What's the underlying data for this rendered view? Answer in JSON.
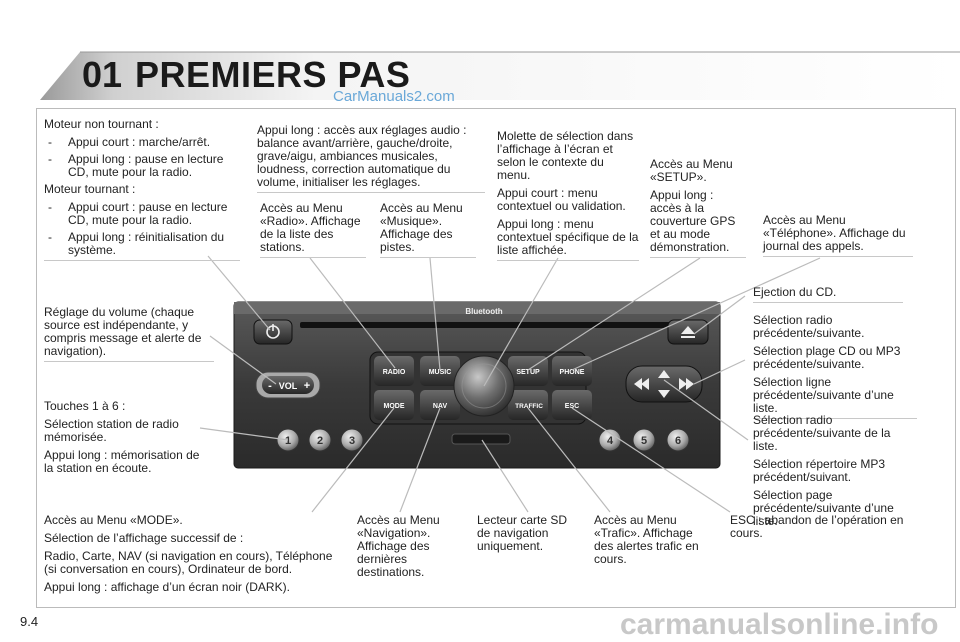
{
  "header": {
    "chapter_number": "01",
    "chapter_title": "PREMIERS PAS",
    "watermark": "CarManuals2.com"
  },
  "page_number": "9.4",
  "footer_watermark": "carmanualsonline.info",
  "blocks": {
    "power": {
      "p1": "Moteur non tournant :",
      "b1": "Appui court : marche/arrêt.",
      "b2": "Appui long : pause en lecture CD, mute pour la radio.",
      "p2": "Moteur tournant :",
      "b3": "Appui court : pause en lecture CD, mute pour la radio.",
      "b4": "Appui long : réinitialisation du système.",
      "dash": "-"
    },
    "audio": "Appui long : accès aux réglages audio : balance avant/arrière, gauche/droite, grave/aigu, ambiances musicales, loudness, correction automatique du volume, initialiser les réglages.",
    "radio": "Accès au Menu «Radio». Affichage de la liste des stations.",
    "music": "Accès au Menu «Musique». Affichage des pistes.",
    "knob": {
      "p1": "Molette de sélection dans l’affichage à l’écran et selon le contexte du menu.",
      "p2": "Appui court : menu contextuel ou validation.",
      "p3": "Appui long : menu contextuel spécifique de la liste affichée."
    },
    "setup": {
      "p1": "Accès au Menu «SETUP».",
      "p2": "Appui long : accès à la couverture GPS et au mode démonstration."
    },
    "phone": "Accès au Menu «Téléphone». Affichage du journal des appels.",
    "eject": "Ejection du CD.",
    "leftright": {
      "p1": "Sélection radio précédente/suivante.",
      "p2": "Sélection plage CD ou MP3 précédente/suivante.",
      "p3": "Sélection ligne précédente/suivante d’une liste."
    },
    "updown": {
      "p1": "Sélection radio précédente/suivante de la liste.",
      "p2": "Sélection répertoire MP3 précédent/suivant.",
      "p3": "Sélection page précédente/suivante d’une liste."
    },
    "volume": "Réglage du volume (chaque source est indépendante, y compris message et alerte de navigation).",
    "presets": {
      "p1": "Touches 1 à 6 :",
      "p2": "Sélection station de radio mémorisée.",
      "p3": "Appui long : mémorisation de la station en écoute."
    },
    "mode": {
      "p1": "Accès au Menu «MODE».",
      "p2": "Sélection de l’affichage successif de :",
      "p3": "Radio, Carte, NAV (si navigation en cours), Téléphone (si conversation en cours), Ordinateur de bord.",
      "p4": "Appui long : affichage d’un écran noir (DARK)."
    },
    "nav": "Accès au Menu «Navigation». Affichage des dernières destinations.",
    "sd": "Lecteur carte SD de navigation uniquement.",
    "traffic": "Accès au Menu «Trafic». Affichage des alertes trafic en cours.",
    "esc": "ESC : abandon de l’opération en cours."
  },
  "device": {
    "bluetooth": "Bluetooth",
    "vol": "VOL",
    "minus": "-",
    "plus": "+",
    "buttons": {
      "radio": "RADIO",
      "music": "MUSIC",
      "mode": "MODE",
      "nav": "NAV",
      "setup": "SETUP",
      "phone": "PHONE",
      "traffic": "TRAFFIC",
      "esc": "ESC"
    },
    "presets": [
      "1",
      "2",
      "3",
      "4",
      "5",
      "6"
    ],
    "power_icon": "⏻",
    "eject_icon": "⏏"
  }
}
